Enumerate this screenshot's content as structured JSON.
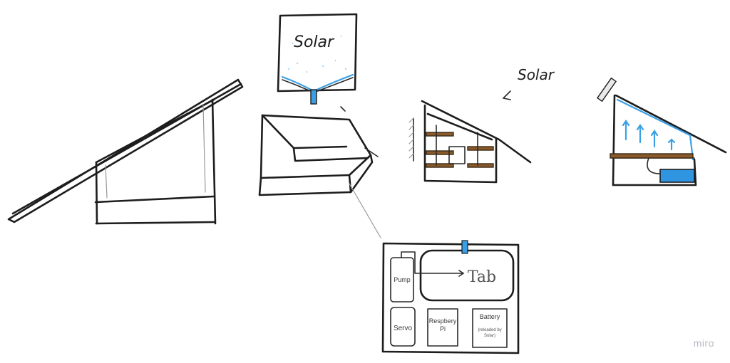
{
  "labels": {
    "solar_panel": "Solar",
    "solar_arrow": "Solar",
    "pump": "Pump",
    "tab": "Tab",
    "servo": "Servo",
    "raspberry_pi": "Respbery Pi",
    "battery": "Battery",
    "battery_note": "(reloaded by Solar)"
  },
  "watermark": "miro",
  "colors": {
    "ink": "#1d1d1d",
    "water": "#2f95e0",
    "soil": "#8a5a2b",
    "background": "#ffffff"
  }
}
